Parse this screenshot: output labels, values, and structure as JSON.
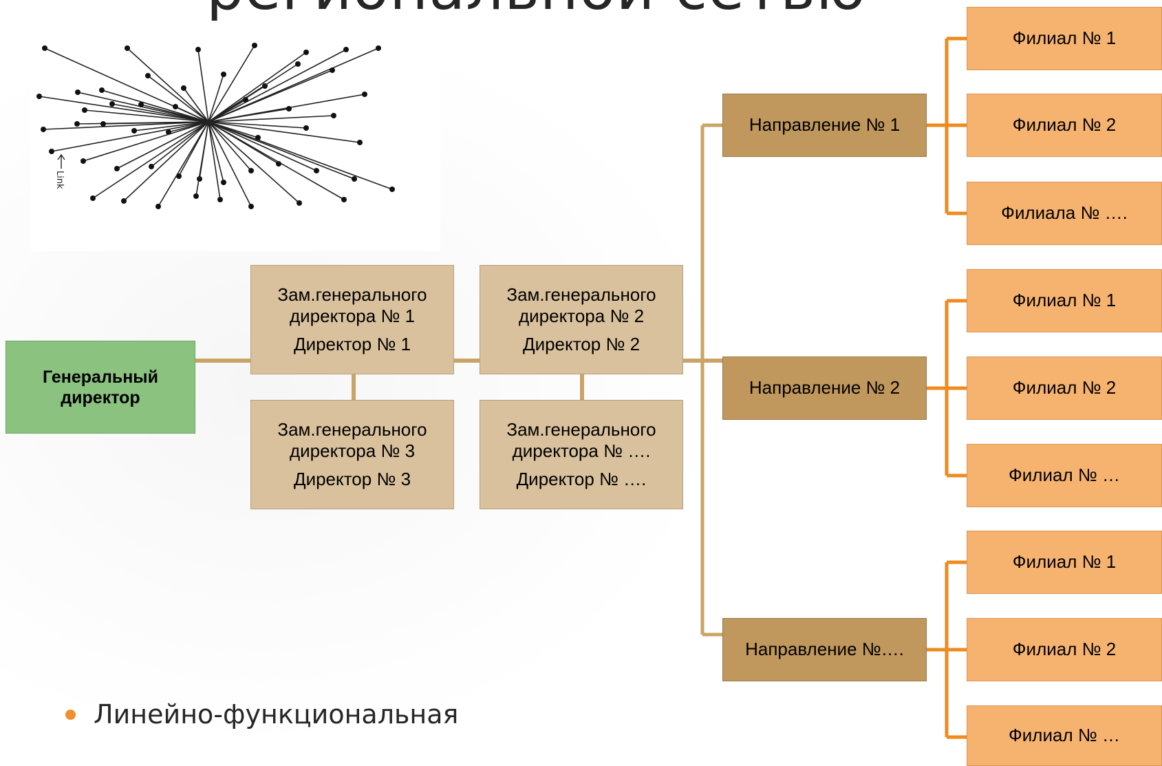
{
  "slide": {
    "title": "региональной сетью",
    "bullet": "Линейно-функциональная"
  },
  "figure": {
    "link_label": "Link"
  },
  "org": {
    "general": "Генеральный директор",
    "deputies": [
      {
        "role": "Зам.генерального директора № 1",
        "director": "Директор № 1"
      },
      {
        "role": "Зам.генерального директора № 2",
        "director": "Директор № 2"
      },
      {
        "role": "Зам.генерального директора № 3",
        "director": "Директор № 3"
      },
      {
        "role": "Зам.генерального директора № ….",
        "director": "Директор № …."
      }
    ],
    "directions": [
      {
        "label": "Направление № 1",
        "branches": [
          "Филиал № 1",
          "Филиал № 2",
          "Филиала № …."
        ]
      },
      {
        "label": "Направление № 2",
        "branches": [
          "Филиал № 1",
          "Филиал № 2",
          "Филиал № …"
        ]
      },
      {
        "label": "Направление №….",
        "branches": [
          "Филиал № 1",
          "Филиал № 2",
          "Филиал № …"
        ]
      }
    ]
  },
  "colors": {
    "connector_tan": "#c9a466",
    "connector_orange": "#ef8a1e"
  }
}
